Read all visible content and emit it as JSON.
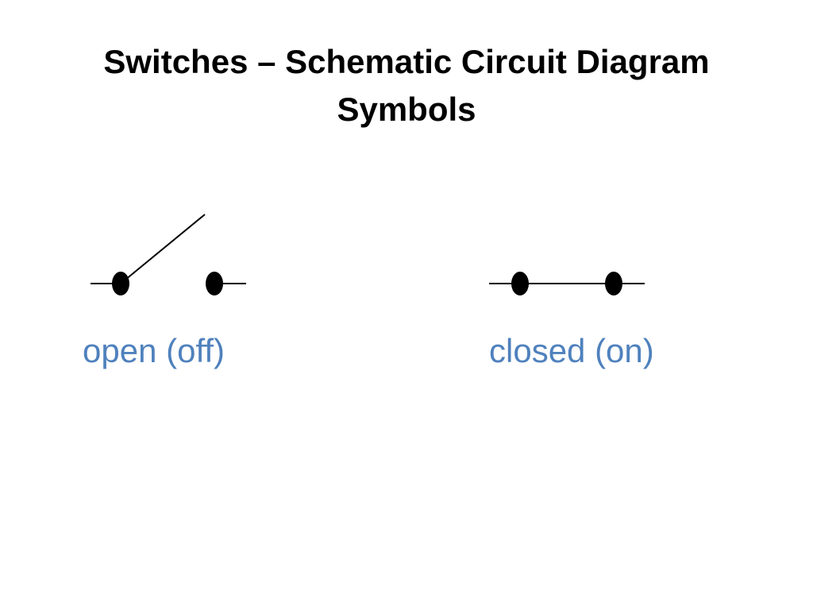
{
  "title": "Switches – Schematic Circuit Diagram Symbols",
  "symbols": {
    "open": {
      "label": "open (off)",
      "icon": "open-switch-icon"
    },
    "closed": {
      "label": "closed (on)",
      "icon": "closed-switch-icon"
    }
  },
  "colors": {
    "title": "#000000",
    "label": "#4f81bd",
    "stroke": "#000000"
  }
}
